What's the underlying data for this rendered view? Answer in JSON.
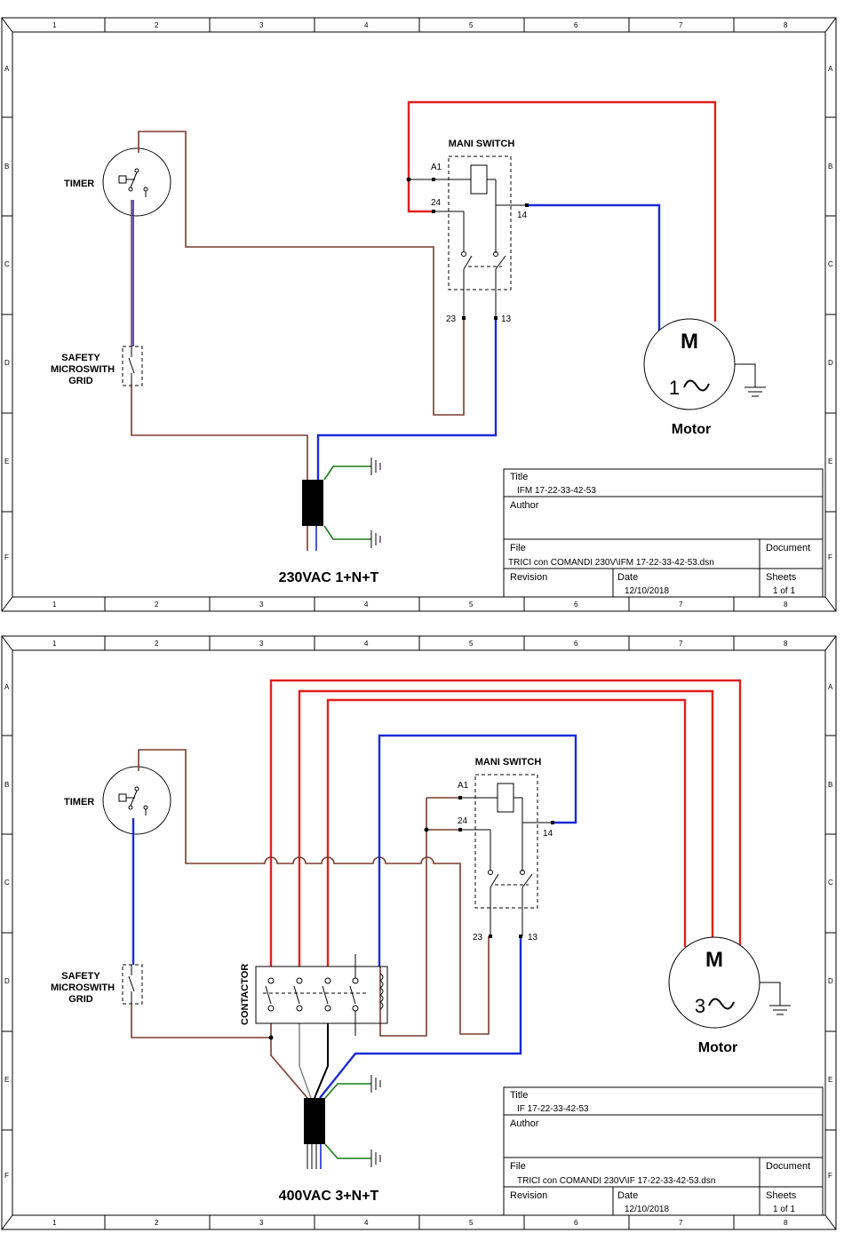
{
  "ruler": {
    "columns": [
      "1",
      "2",
      "3",
      "4",
      "5",
      "6",
      "7",
      "8"
    ],
    "rows": [
      "A",
      "B",
      "C",
      "D",
      "E",
      "F"
    ]
  },
  "sheet1": {
    "supply_label": "230VAC 1+N+T",
    "timer_label": "TIMER",
    "safety_label": [
      "SAFETY",
      "MICROSWITH",
      "GRID"
    ],
    "switch_label": "MANI SWITCH",
    "pins": {
      "a1": "A1",
      "p24": "24",
      "p14": "14",
      "p23": "23",
      "p13": "13"
    },
    "motor": {
      "letter": "M",
      "phase": "1",
      "name": "Motor"
    },
    "title_block": {
      "title_hdr": "Title",
      "title": "IFM 17-22-33-42-53",
      "author_hdr": "Author",
      "author": "",
      "file_hdr": "File",
      "file": "TRICI con COMANDI 230V\\IFM 17-22-33-42-53.dsn",
      "document_hdr": "Document",
      "document": "",
      "revision_hdr": "Revision",
      "revision": "",
      "date_hdr": "Date",
      "date": "12/10/2018",
      "sheets_hdr": "Sheets",
      "sheets": "1 of 1"
    }
  },
  "sheet2": {
    "supply_label": "400VAC 3+N+T",
    "timer_label": "TIMER",
    "safety_label": [
      "SAFETY",
      "MICROSWITH",
      "GRID"
    ],
    "switch_label": "MANI SWITCH",
    "contactor_label": "CONTACTOR",
    "pins": {
      "a1": "A1",
      "p24": "24",
      "p14": "14",
      "p23": "23",
      "p13": "13"
    },
    "motor": {
      "letter": "M",
      "phase": "3",
      "name": "Motor"
    },
    "title_block": {
      "title_hdr": "Title",
      "title": "IF 17-22-33-42-53",
      "author_hdr": "Author",
      "author": "",
      "file_hdr": "File",
      "file": "TRICI con COMANDI 230V\\IF 17-22-33-42-53.dsn",
      "document_hdr": "Document",
      "document": "",
      "revision_hdr": "Revision",
      "revision": "",
      "date_hdr": "Date",
      "date": "12/10/2018",
      "sheets_hdr": "Sheets",
      "sheets": "1 of 1"
    }
  },
  "colors": {
    "phase": "#e0201c",
    "neutral": "#1a2bd6",
    "control": "#7a3b2e",
    "earth": "#1a7a1a"
  }
}
